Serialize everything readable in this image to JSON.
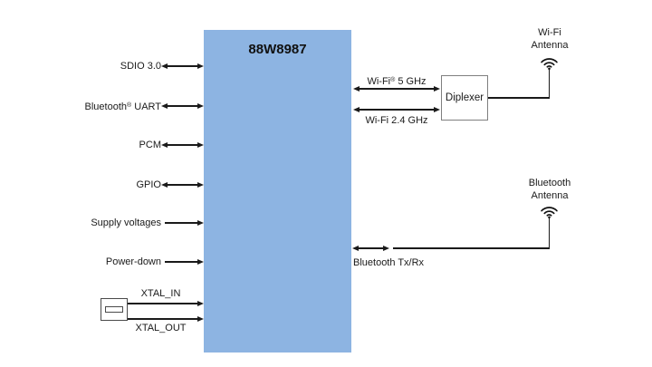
{
  "diagram": {
    "chip": {
      "title": "88W8987"
    },
    "left_signals": [
      {
        "label": "SDIO 3.0",
        "direction": "bidirectional"
      },
      {
        "pre": "Bluetooth",
        "sup": "®",
        "post": " UART",
        "direction": "bidirectional"
      },
      {
        "label": "PCM",
        "direction": "bidirectional"
      },
      {
        "label": "GPIO",
        "direction": "bidirectional"
      },
      {
        "label": "Supply voltages",
        "direction": "input"
      },
      {
        "label": "Power-down",
        "direction": "input"
      }
    ],
    "xtal": {
      "in_label": "XTAL_IN",
      "out_label": "XTAL_OUT"
    },
    "rf": {
      "wifi5": {
        "pre": "Wi-Fi",
        "sup": "®",
        "post": " 5 GHz"
      },
      "wifi24_label": "Wi-Fi 2.4 GHz",
      "diplexer_label": "Diplexer",
      "bt_txrx_label": "Bluetooth Tx/Rx"
    },
    "antennas": {
      "wifi": {
        "line1": "Wi-Fi",
        "line2": "Antenna"
      },
      "bluetooth": {
        "line1": "Bluetooth",
        "line2": "Antenna"
      }
    },
    "colors": {
      "block_fill": "#8db4e2",
      "line": "#1a1a1a",
      "diplexer_border": "#7f7f7f",
      "background": "#ffffff"
    }
  }
}
